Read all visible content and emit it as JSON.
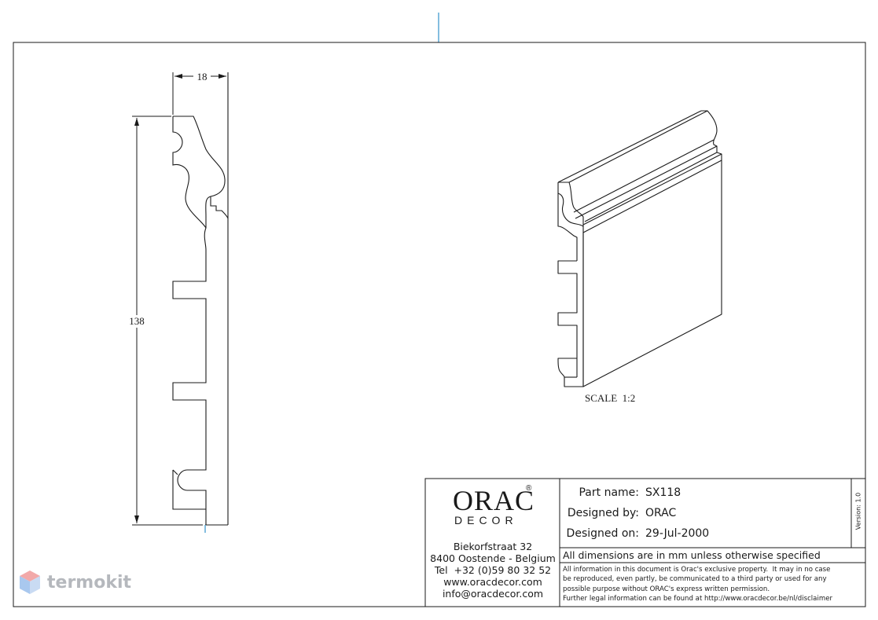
{
  "drawing": {
    "dimension_width": "18",
    "dimension_height": "138",
    "scale_label": "SCALE  1:2"
  },
  "company": {
    "logo_word": "ORAC",
    "logo_sub": "DECOR",
    "logo_mark": "®",
    "address_line1": "Biekorfstraat 32",
    "address_line2": "8400 Oostende - Belgium",
    "tel": "Tel  +32 (0)59 80 32 52",
    "website": "www.oracdecor.com",
    "email": "info@oracdecor.com"
  },
  "titleblock": {
    "part_name_label": "Part name:",
    "part_name_value": "SX118",
    "designed_by_label": "Designed by:",
    "designed_by_value": "ORAC",
    "designed_on_label": "Designed on:",
    "designed_on_value": "29-Jul-2000",
    "version": "Version: 1.0",
    "dimensions_note": "All dimensions are in mm unless otherwise specified",
    "legal_line1": "All information in this document is Orac's exclusive property.  It may in no case",
    "legal_line2": "be reproduced, even partly, be communicated to a third party or used for any",
    "legal_line3": "possible purpose without ORAC's express written permission.",
    "legal_line4": "Further legal information can be found at http://www.oracdecor.be/nl/disclaimer"
  },
  "watermark": {
    "text": "termokit"
  },
  "colors": {
    "line": "#1a1a1a",
    "accent_blue": "#5aa9d6",
    "watermark_gray": "#b5b8bd",
    "watermark_red": "#f2a9a9",
    "watermark_blue": "#a9c8ee"
  }
}
